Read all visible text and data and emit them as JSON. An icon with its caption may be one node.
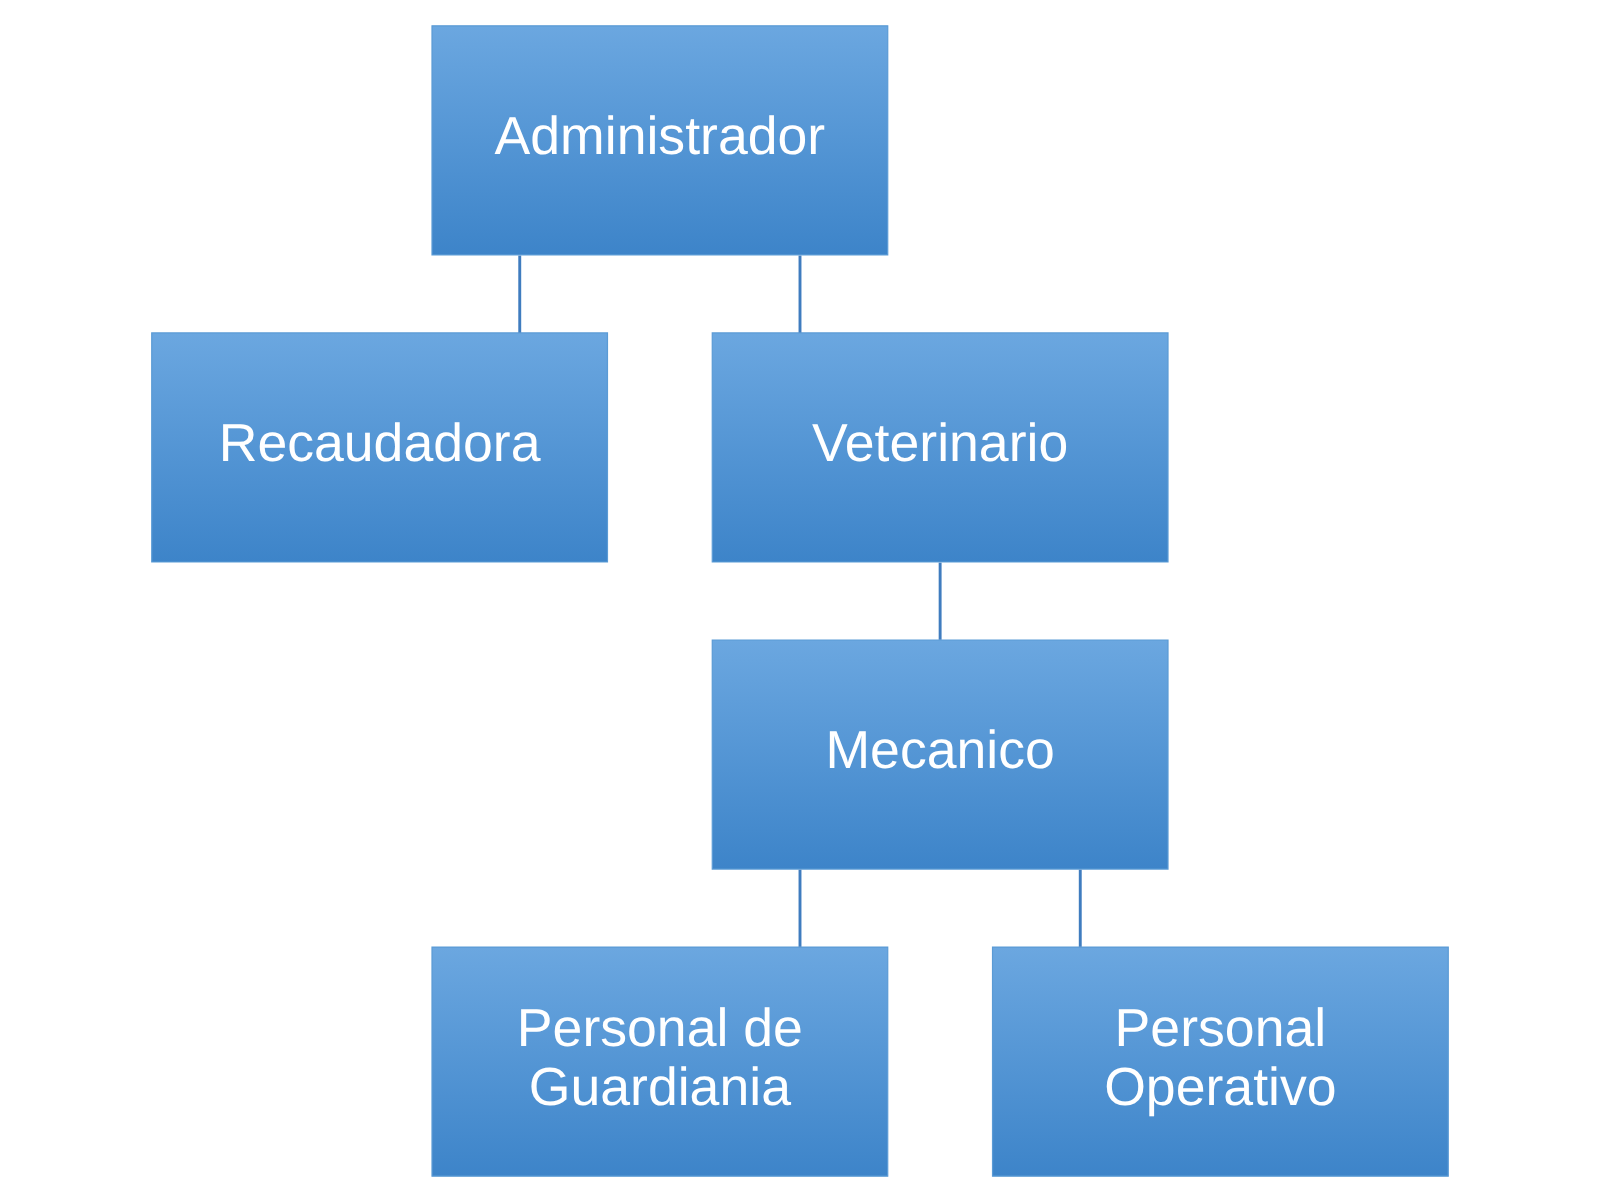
{
  "diagram": {
    "nodes": [
      {
        "text": [
          "Administrador"
        ]
      },
      {
        "text": [
          "Recaudadora"
        ]
      },
      {
        "text": [
          "Veterinario"
        ]
      },
      {
        "text": [
          "Mecanico"
        ]
      },
      {
        "text": [
          "Personal de Guardiania"
        ]
      },
      {
        "text": [
          "Personal Operativo"
        ]
      }
    ],
    "edges": [
      {
        "from": 0,
        "to": 1,
        "arrow": "none"
      },
      {
        "from": 0,
        "to": 2,
        "arrow": "none"
      },
      {
        "from": 2,
        "to": 3,
        "arrow": "none"
      },
      {
        "from": 3,
        "to": 4,
        "arrow": "none"
      },
      {
        "from": 3,
        "to": 5,
        "arrow": "none"
      }
    ]
  }
}
